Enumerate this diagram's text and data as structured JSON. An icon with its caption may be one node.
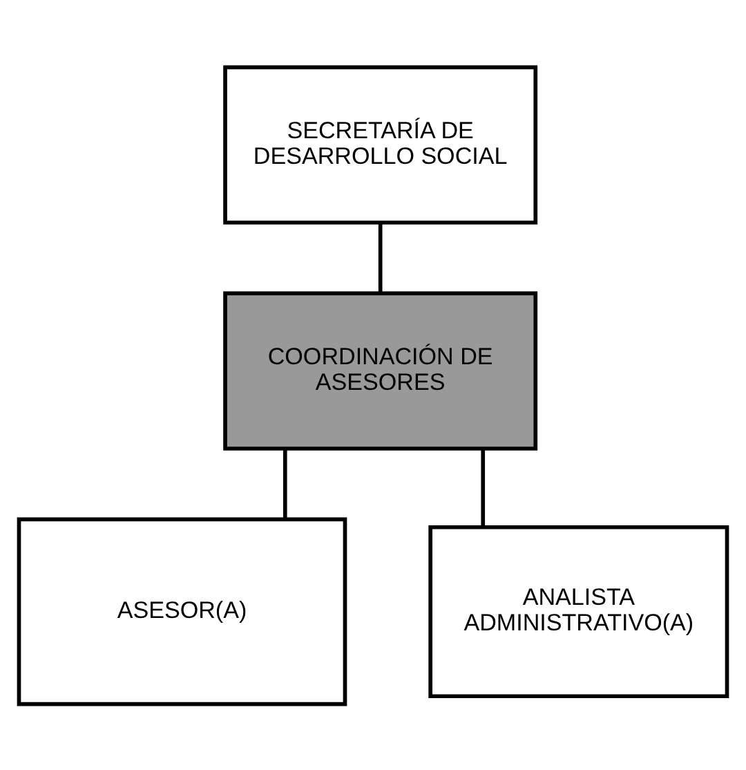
{
  "diagram": {
    "nodes": [
      {
        "text": [
          "SECRETARÍA DE DESARROLLO SOCIAL"
        ]
      },
      {
        "text": [
          "COORDINACIÓN DE ASESORES"
        ]
      },
      {
        "text": [
          "ASESOR(A)"
        ]
      },
      {
        "text": [
          "ANALISTA ADMINISTRATIVO(A)"
        ]
      }
    ],
    "edges": [
      {
        "from": 0,
        "to": 1,
        "arrow": "none"
      },
      {
        "from": 1,
        "to": 2,
        "arrow": "none"
      },
      {
        "from": 1,
        "to": 3,
        "arrow": "none"
      }
    ]
  }
}
